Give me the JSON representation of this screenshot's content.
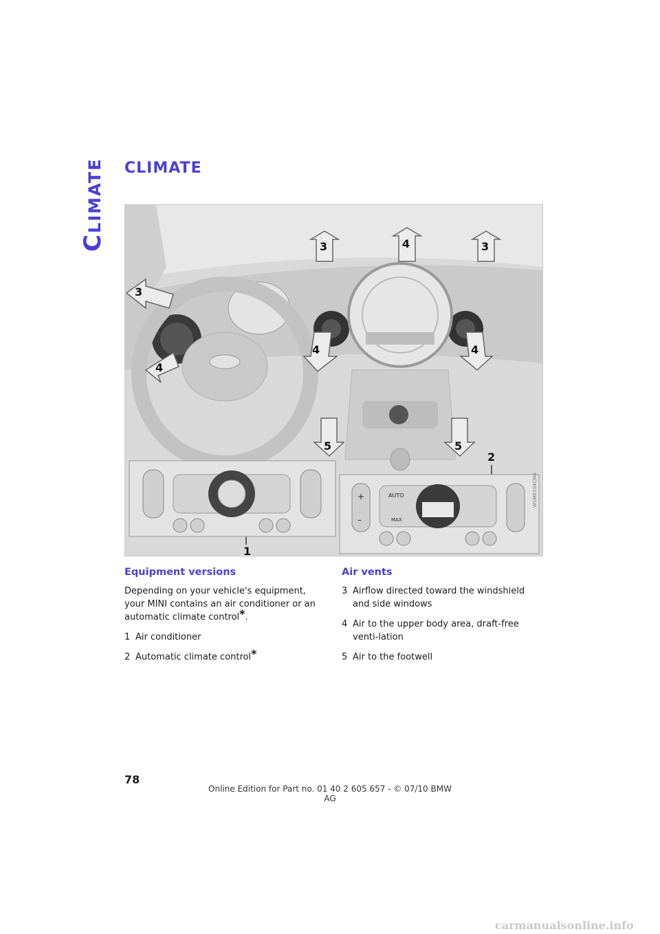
{
  "side_tab": {
    "label": "Climate"
  },
  "page_title": "Climate",
  "figure": {
    "callouts": [
      "1",
      "2",
      "3",
      "3",
      "3",
      "4",
      "4",
      "4",
      "4",
      "5",
      "5"
    ],
    "ac_panel_labels": {
      "recirc": "",
      "snowflake": ""
    },
    "auto_panel_labels": {
      "auto": "AUTO",
      "max": "MAX",
      "plus": "+",
      "minus": "–"
    },
    "image_code": "W1M0104CMA"
  },
  "left_column": {
    "heading": "Equipment versions",
    "paragraph": "Depending on your vehicle's equipment, your MINI contains an air conditioner or an automatic climate control",
    "paragraph_end": ".",
    "items": [
      {
        "num": "1",
        "text": "Air conditioner",
        "star": false
      },
      {
        "num": "2",
        "text": "Automatic climate control",
        "star": true
      }
    ]
  },
  "right_column": {
    "heading": "Air vents",
    "items": [
      {
        "num": "3",
        "text": "Airflow directed toward the windshield and side windows"
      },
      {
        "num": "4",
        "text": "Air to the upper body area, draft-free venti-lation"
      },
      {
        "num": "5",
        "text": "Air to the footwell"
      }
    ]
  },
  "page_number": "78",
  "footer": "Online Edition for Part no. 01 40 2 605 657 - © 07/10  BMW AG",
  "watermark": "carmanualsonline.info",
  "colors": {
    "accent": "#4a3fd6",
    "figure_bg": "#dcdcdc"
  }
}
